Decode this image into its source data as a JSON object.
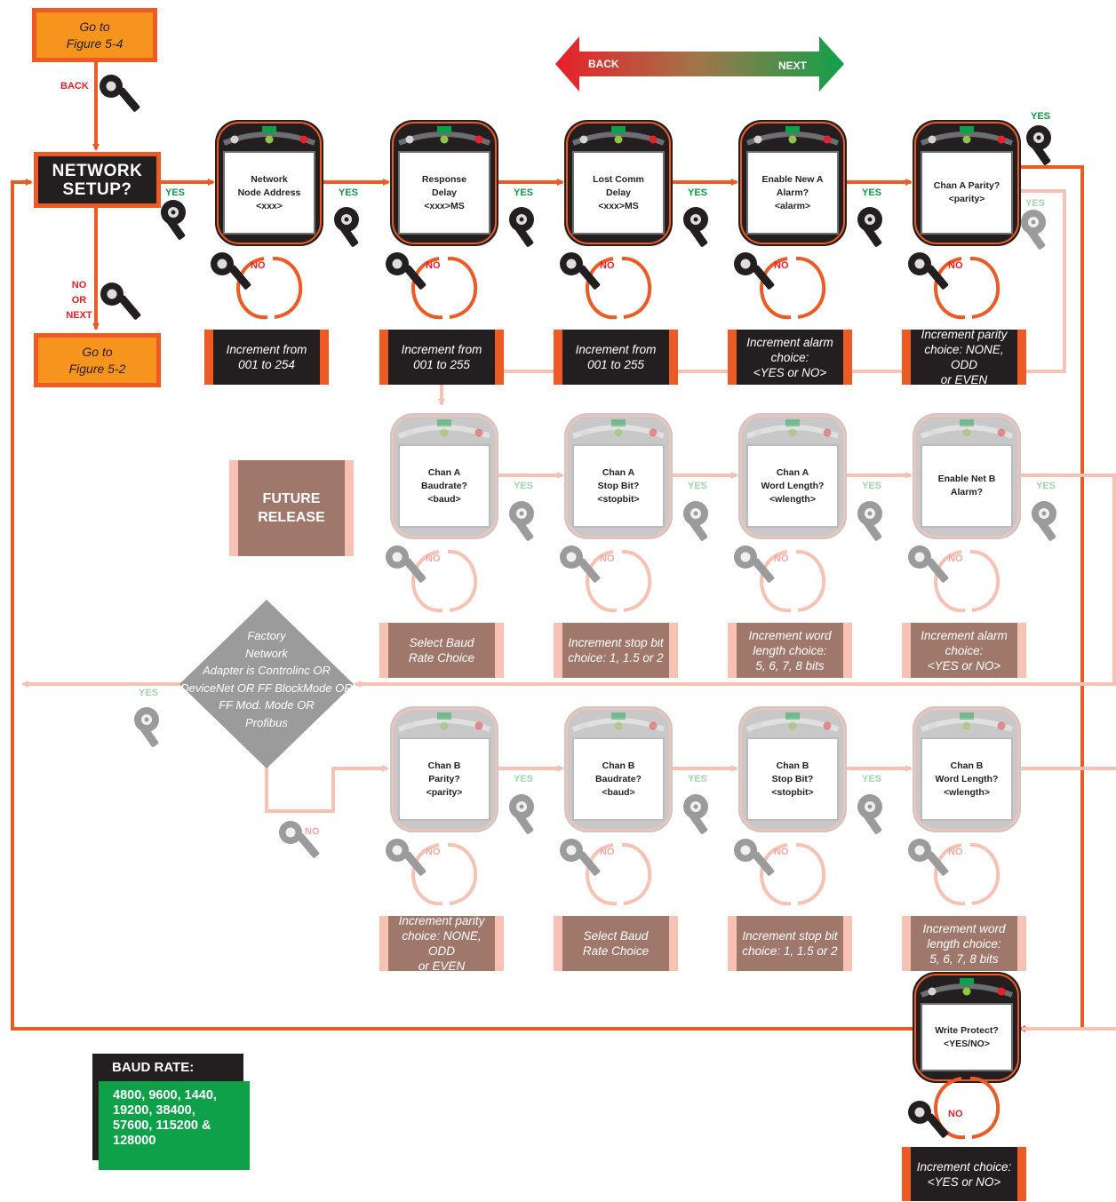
{
  "colors": {
    "orange": "#ee5a24",
    "light_orange": "#f7941d",
    "dark": "#231f20",
    "faded": "#f7c2b3",
    "faded_box": "#a0786b",
    "green": "#0f9a48",
    "red": "#e8202a",
    "baud_green": "#0fa14a"
  },
  "nav": {
    "go_to_5_4": [
      "Go to",
      "Figure 5-4"
    ],
    "go_to_5_2": [
      "Go to",
      "Figure 5-2"
    ],
    "back_label": "BACK",
    "no_or_next": [
      "NO",
      "OR",
      "NEXT"
    ],
    "network_setup": [
      "NETWORK",
      "SETUP?"
    ],
    "arrow_back": "BACK",
    "arrow_next": "NEXT"
  },
  "labels": {
    "yes": "YES",
    "no": "NO"
  },
  "row1": [
    {
      "screen": [
        "Network",
        "Node Address",
        "<xxx>"
      ],
      "increment": [
        "Increment from",
        "001 to 254"
      ]
    },
    {
      "screen": [
        "Response",
        "Delay",
        "<xxx>MS"
      ],
      "increment": [
        "Increment from",
        "001 to 255"
      ]
    },
    {
      "screen": [
        "Lost Comm",
        "Delay",
        "<xxx>MS"
      ],
      "increment": [
        "Increment from",
        "001 to 255"
      ]
    },
    {
      "screen": [
        "Enable New A",
        "Alarm?",
        "<alarm>"
      ],
      "increment": [
        "Increment alarm",
        "choice:",
        "<YES or NO>"
      ]
    },
    {
      "screen": [
        "Chan A Parity?",
        "<parity>"
      ],
      "increment": [
        "Increment parity",
        "choice: NONE, ODD",
        "or EVEN"
      ]
    }
  ],
  "row2": [
    {
      "screen": [
        "Chan A",
        "Baudrate?",
        "<baud>"
      ],
      "increment": [
        "Select Baud",
        "Rate Choice"
      ]
    },
    {
      "screen": [
        "Chan A",
        "Stop Bit?",
        "<stopbit>"
      ],
      "increment": [
        "Increment stop bit",
        "choice: 1, 1.5 or 2"
      ]
    },
    {
      "screen": [
        "Chan A",
        "Word Length?",
        "<wlength>"
      ],
      "increment": [
        "Increment word",
        "length choice:",
        "5, 6, 7, 8 bits"
      ]
    },
    {
      "screen": [
        "Enable Net B",
        "Alarm?"
      ],
      "increment": [
        "Increment alarm",
        "choice:",
        "<YES or NO>"
      ]
    }
  ],
  "row3": [
    {
      "screen": [
        "Chan B",
        "Parity?",
        "<parity>"
      ],
      "increment": [
        "Increment parity",
        "choice: NONE, ODD",
        "or EVEN"
      ]
    },
    {
      "screen": [
        "Chan B",
        "Baudrate?",
        "<baud>"
      ],
      "increment": [
        "Select Baud",
        "Rate Choice"
      ]
    },
    {
      "screen": [
        "Chan B",
        "Stop Bit?",
        "<stopbit>"
      ],
      "increment": [
        "Increment stop bit",
        "choice: 1, 1.5 or 2"
      ]
    },
    {
      "screen": [
        "Chan B",
        "Word Length?",
        "<wlength>"
      ],
      "increment": [
        "Increment word",
        "length choice:",
        "5, 6, 7, 8 bits"
      ]
    }
  ],
  "write_protect": {
    "screen": [
      "Write Protect?",
      "<YES/NO>"
    ],
    "increment": [
      "Increment choice:",
      "<YES or NO>"
    ]
  },
  "future_release": [
    "FUTURE",
    "RELEASE"
  ],
  "diamond": [
    "Factory",
    "Network",
    "Adapter is Controlinc OR",
    "DeviceNet OR FF BlockMode OR",
    "FF Mod. Mode OR",
    "Profibus"
  ],
  "baud_rate": {
    "title": "BAUD RATE:",
    "lines": [
      "4800, 9600, 1440,",
      "19200, 38400,",
      "57600, 115200 &",
      "128000"
    ]
  }
}
